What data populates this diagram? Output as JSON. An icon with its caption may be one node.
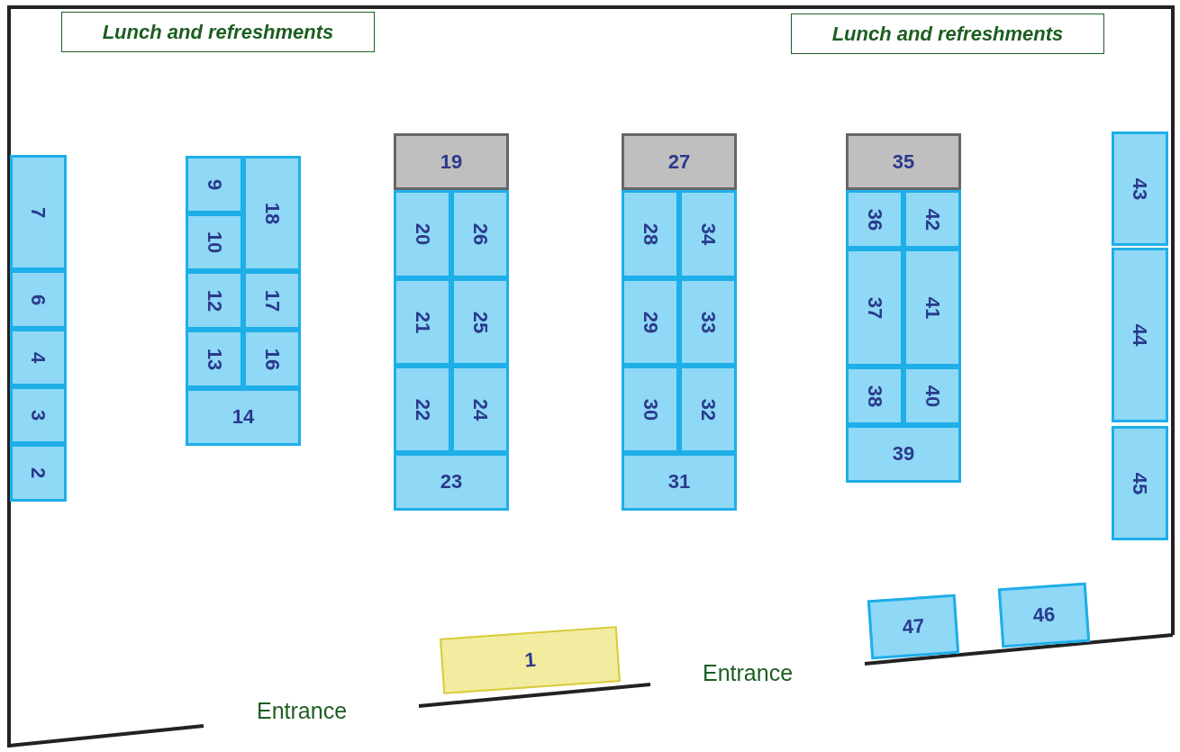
{
  "diagram": {
    "nodes": [
      {
        "text": [
          "Lunch and refreshments"
        ]
      },
      {
        "text": [
          "Lunch and refreshments"
        ]
      },
      {
        "text": [
          "7"
        ]
      },
      {
        "text": [
          "6"
        ]
      },
      {
        "text": [
          "4"
        ]
      },
      {
        "text": [
          "3"
        ]
      },
      {
        "text": [
          "2"
        ]
      },
      {
        "text": [
          "9"
        ]
      },
      {
        "text": [
          "18"
        ]
      },
      {
        "text": [
          "10"
        ]
      },
      {
        "text": [
          "12"
        ]
      },
      {
        "text": [
          "17"
        ]
      },
      {
        "text": [
          "13"
        ]
      },
      {
        "text": [
          "16"
        ]
      },
      {
        "text": [
          "14"
        ]
      },
      {
        "text": [
          "19"
        ]
      },
      {
        "text": [
          "20"
        ]
      },
      {
        "text": [
          "26"
        ]
      },
      {
        "text": [
          "21"
        ]
      },
      {
        "text": [
          "25"
        ]
      },
      {
        "text": [
          "22"
        ]
      },
      {
        "text": [
          "24"
        ]
      },
      {
        "text": [
          "23"
        ]
      },
      {
        "text": [
          "27"
        ]
      },
      {
        "text": [
          "28"
        ]
      },
      {
        "text": [
          "34"
        ]
      },
      {
        "text": [
          "29"
        ]
      },
      {
        "text": [
          "33"
        ]
      },
      {
        "text": [
          "30"
        ]
      },
      {
        "text": [
          "32"
        ]
      },
      {
        "text": [
          "31"
        ]
      },
      {
        "text": [
          "35"
        ]
      },
      {
        "text": [
          "36"
        ]
      },
      {
        "text": [
          "42"
        ]
      },
      {
        "text": [
          "37"
        ]
      },
      {
        "text": [
          "41"
        ]
      },
      {
        "text": [
          "38"
        ]
      },
      {
        "text": [
          "40"
        ]
      },
      {
        "text": [
          "39"
        ]
      },
      {
        "text": [
          "43"
        ]
      },
      {
        "text": [
          "44"
        ]
      },
      {
        "text": [
          "45"
        ]
      },
      {
        "text": [
          "47"
        ]
      },
      {
        "text": [
          "46"
        ]
      },
      {
        "text": [
          "1"
        ]
      }
    ],
    "labels": [
      "Entrance",
      "Entrance"
    ]
  }
}
